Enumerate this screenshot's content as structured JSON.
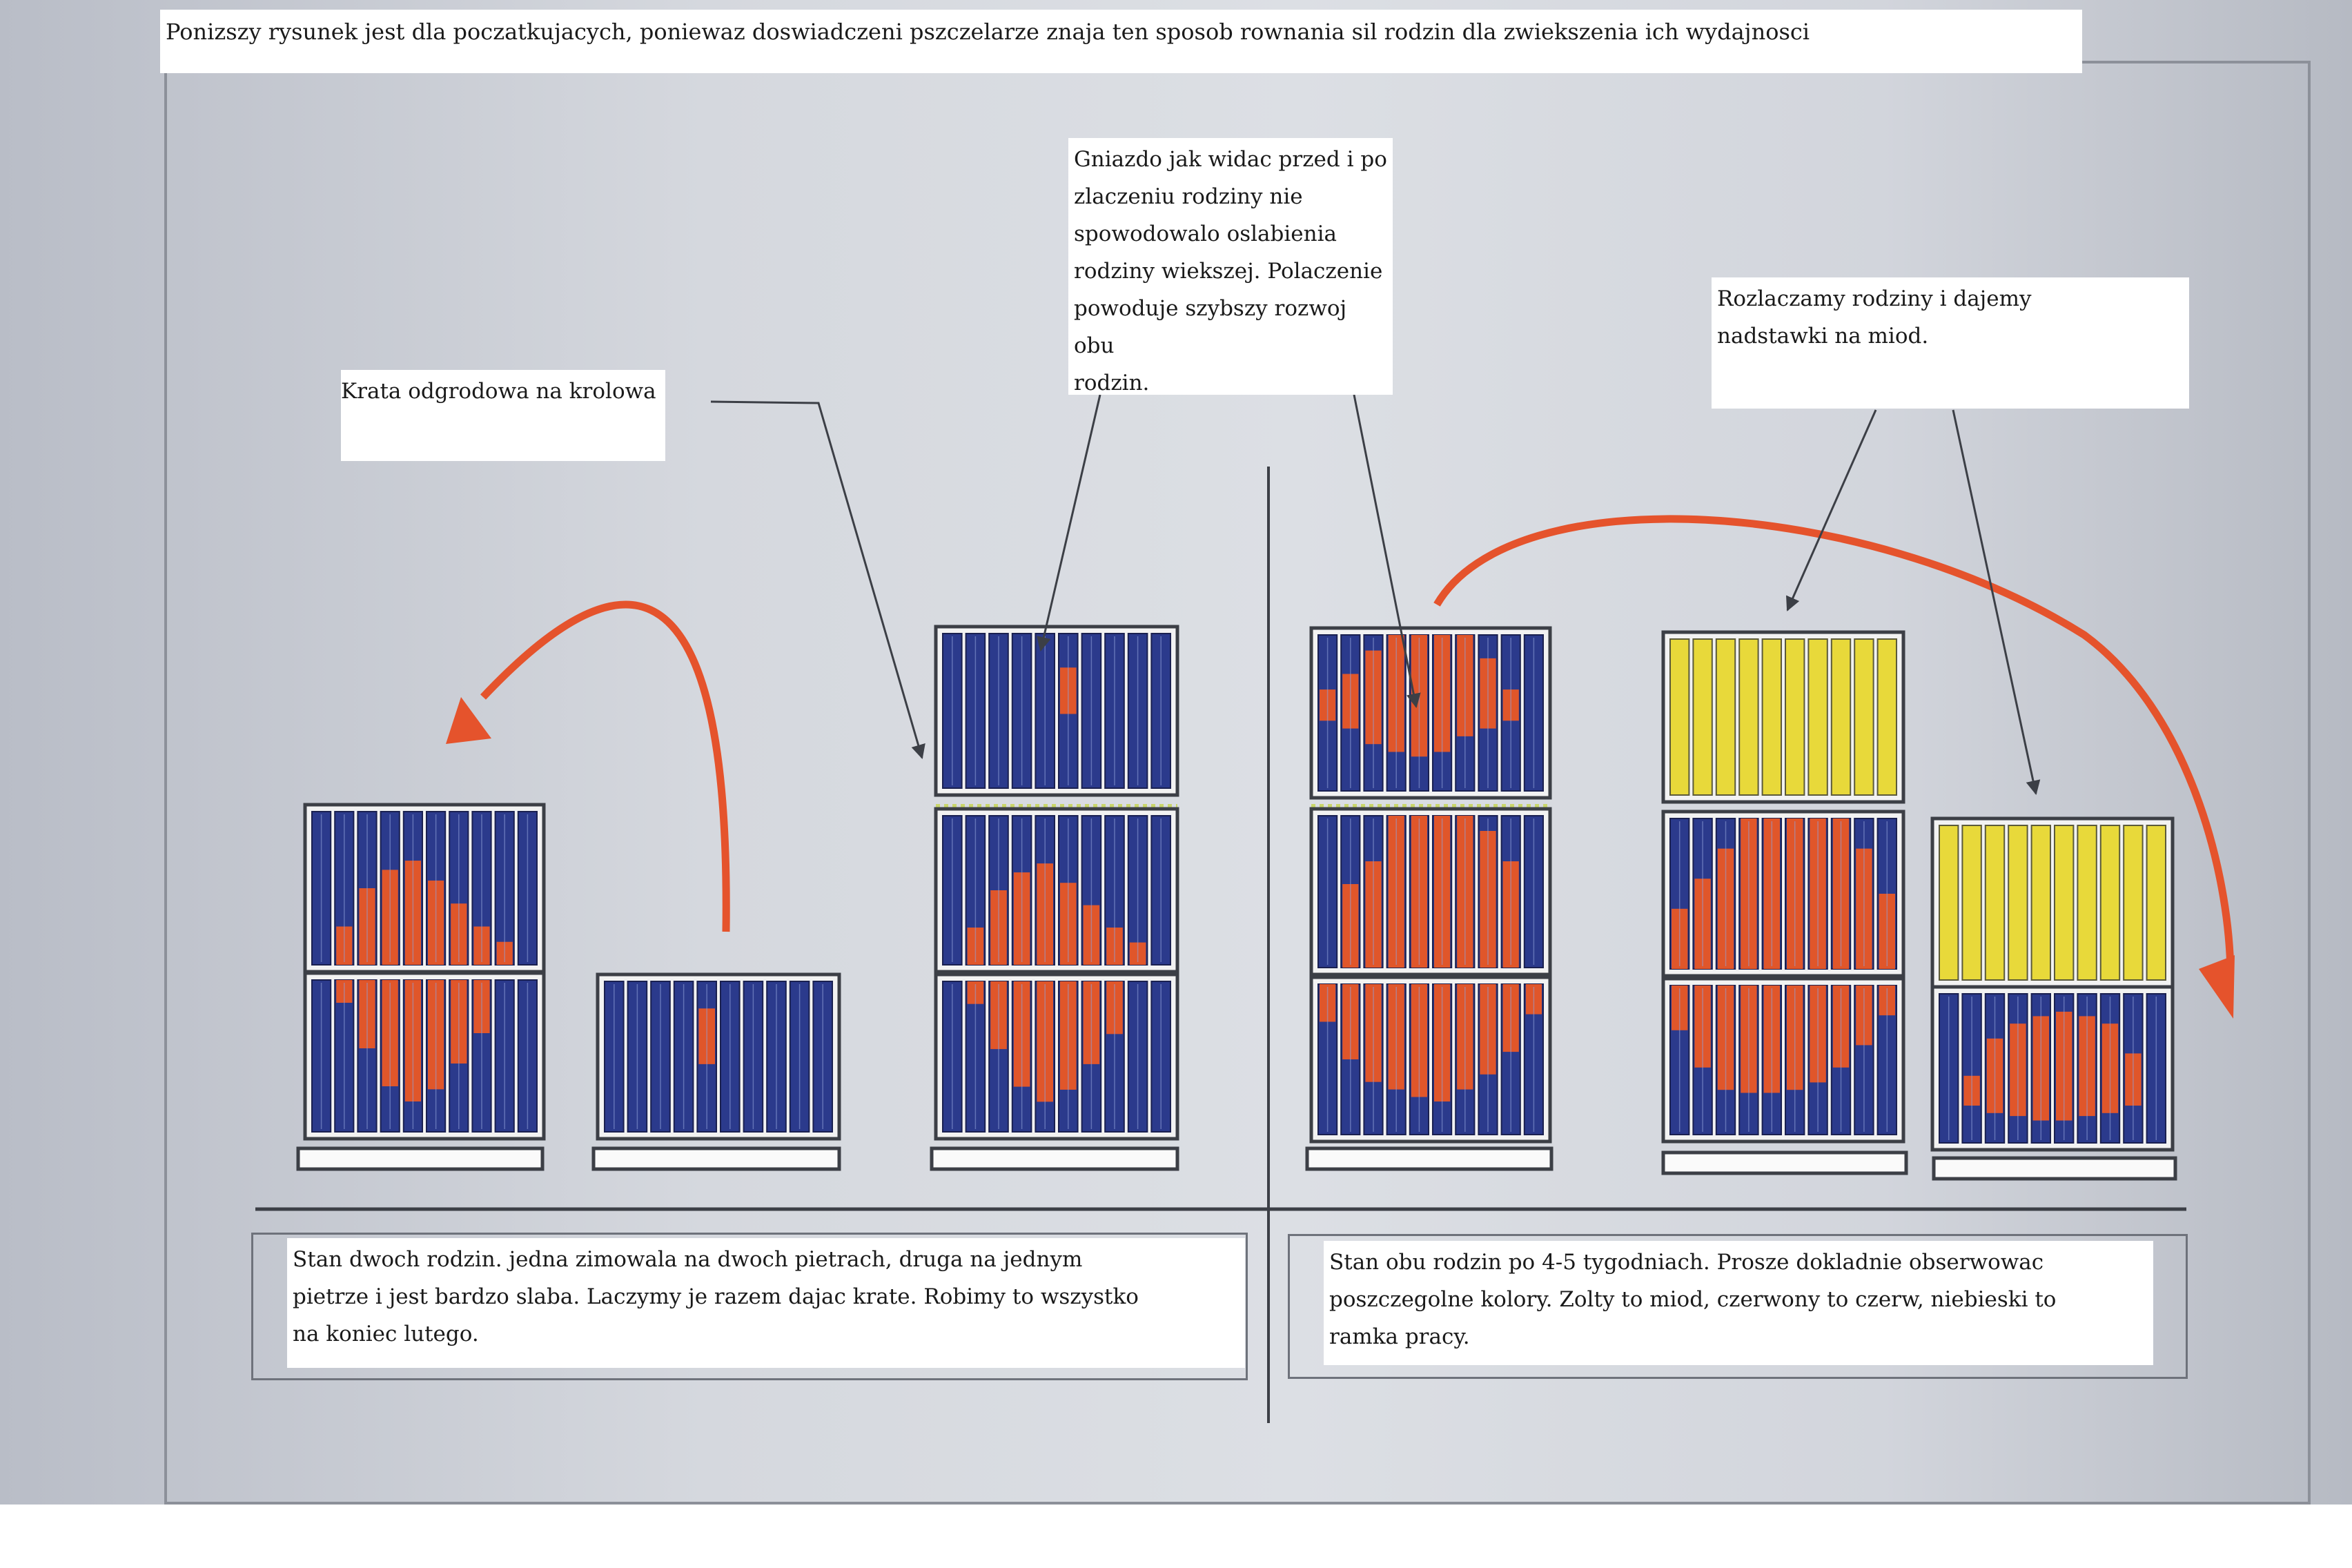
{
  "header": {
    "text": "Ponizszy rysunek jest dla poczatkujacych, poniewaz doswiadczeni  pszczelarze znaja ten sposob rownania sil rodzin dla  zwiekszenia ich wydajnosci"
  },
  "labels": {
    "grid": "Krata odgrodowa na krolowa",
    "nest": "Gniazdo jak widac przed i po\nzlaczeniu rodziny nie\nspowodowalo oslabienia\nrodziny wiekszej. Polaczenie\npowoduje szybszy rozwoj obu\nrodzin.",
    "split": "Rozlaczamy rodziny i dajemy\nnadstawki na miod."
  },
  "captions": {
    "left": "Stan dwoch rodzin. jedna zimowala na dwoch pietrach, druga na jednym\npietrze i jest bardzo slaba. Laczymy je razem dajac krate. Robimy to wszystko\nna koniec lutego.",
    "right": "Stan obu rodzin po 4-5 tygodniach. Prosze dokladnie obserwowac\nposzczegolne kolory. Zolty to miod, czerwony to czerw, niebieski to\nramka pracy."
  },
  "colors": {
    "honey": "#e8d93a",
    "brood": "#e0562a",
    "frame": "#2b3a8c",
    "arrow": "#e5532c",
    "box_outline": "#3c3f46"
  }
}
